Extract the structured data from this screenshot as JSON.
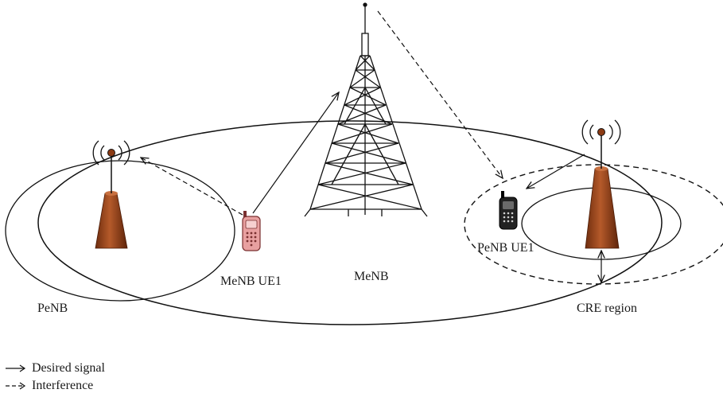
{
  "labels": {
    "penb_left": "PeNB",
    "menb_ue1": "MeNB UE1",
    "menb": "MeNB",
    "penb_ue1": "PeNB UE1",
    "cre_region": "CRE region"
  },
  "legend": {
    "desired": "Desired signal",
    "interference": "Interference"
  },
  "colors": {
    "tower_brown": "#9c4a1f",
    "phone_pink": "#e8a0a0",
    "phone_black": "#222222",
    "line": "#111111"
  }
}
